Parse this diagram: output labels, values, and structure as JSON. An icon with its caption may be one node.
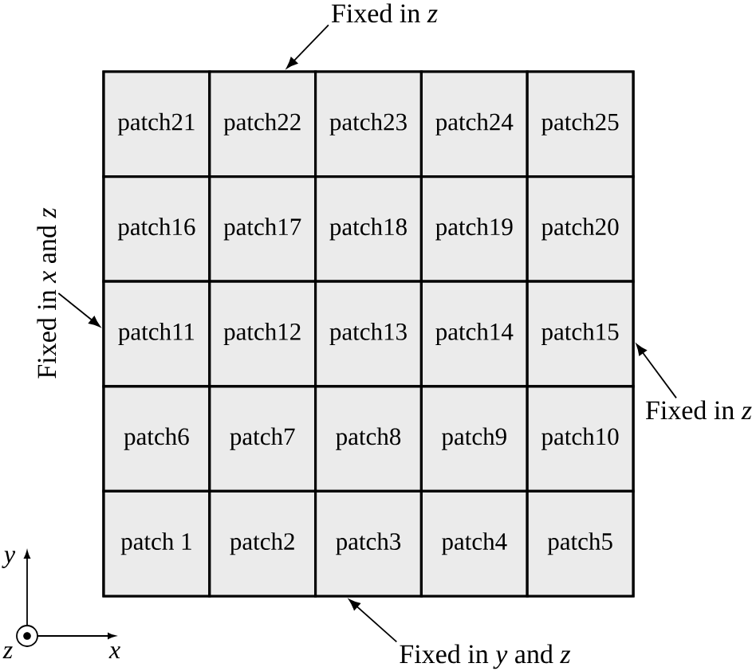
{
  "diagram": {
    "nodes": [
      {
        "text": [
          "Fixed in *z*"
        ]
      },
      {
        "text": [],
        "shape": "box"
      },
      {
        "text": [
          "patch21"
        ],
        "in": 1
      },
      {
        "text": [
          "patch22"
        ],
        "in": 1
      },
      {
        "text": [
          "patch23"
        ],
        "in": 1
      },
      {
        "text": [
          "patch24"
        ],
        "in": 1
      },
      {
        "text": [
          "patch25"
        ],
        "in": 1
      },
      {
        "text": [
          "patch16"
        ],
        "in": 1
      },
      {
        "text": [
          "patch17"
        ],
        "in": 1
      },
      {
        "text": [
          "patch18"
        ],
        "in": 1
      },
      {
        "text": [
          "patch19"
        ],
        "in": 1
      },
      {
        "text": [
          "patch20"
        ],
        "in": 1
      },
      {
        "text": [
          "patch11"
        ],
        "in": 1
      },
      {
        "text": [
          "patch12"
        ],
        "in": 1
      },
      {
        "text": [
          "patch13"
        ],
        "in": 1
      },
      {
        "text": [
          "patch14"
        ],
        "in": 1
      },
      {
        "text": [
          "patch15"
        ],
        "in": 1
      },
      {
        "text": [
          "patch6"
        ],
        "in": 1
      },
      {
        "text": [
          "patch7"
        ],
        "in": 1
      },
      {
        "text": [
          "patch8"
        ],
        "in": 1
      },
      {
        "text": [
          "patch9"
        ],
        "in": 1
      },
      {
        "text": [
          "patch10"
        ],
        "in": 1
      },
      {
        "text": [
          "patch 1"
        ],
        "in": 1
      },
      {
        "text": [
          "patch2"
        ],
        "in": 1
      },
      {
        "text": [
          "patch3"
        ],
        "in": 1
      },
      {
        "text": [
          "patch4"
        ],
        "in": 1
      },
      {
        "text": [
          "patch5"
        ],
        "in": 1
      },
      {
        "text": [
          "Fixed in *x* and *z*"
        ]
      },
      {
        "text": [
          "Fixed in *z*"
        ]
      },
      {
        "text": [
          "Fixed in *y* and *z*"
        ]
      }
    ],
    "edges": [
      {
        "from": 0,
        "to": 1,
        "arrow": "to"
      },
      {
        "from": 27,
        "to": 1,
        "arrow": "to"
      },
      {
        "from": 28,
        "to": 1,
        "arrow": "to"
      },
      {
        "from": 29,
        "to": 1,
        "arrow": "to"
      }
    ],
    "labels": [
      "y",
      "z",
      "x"
    ]
  }
}
